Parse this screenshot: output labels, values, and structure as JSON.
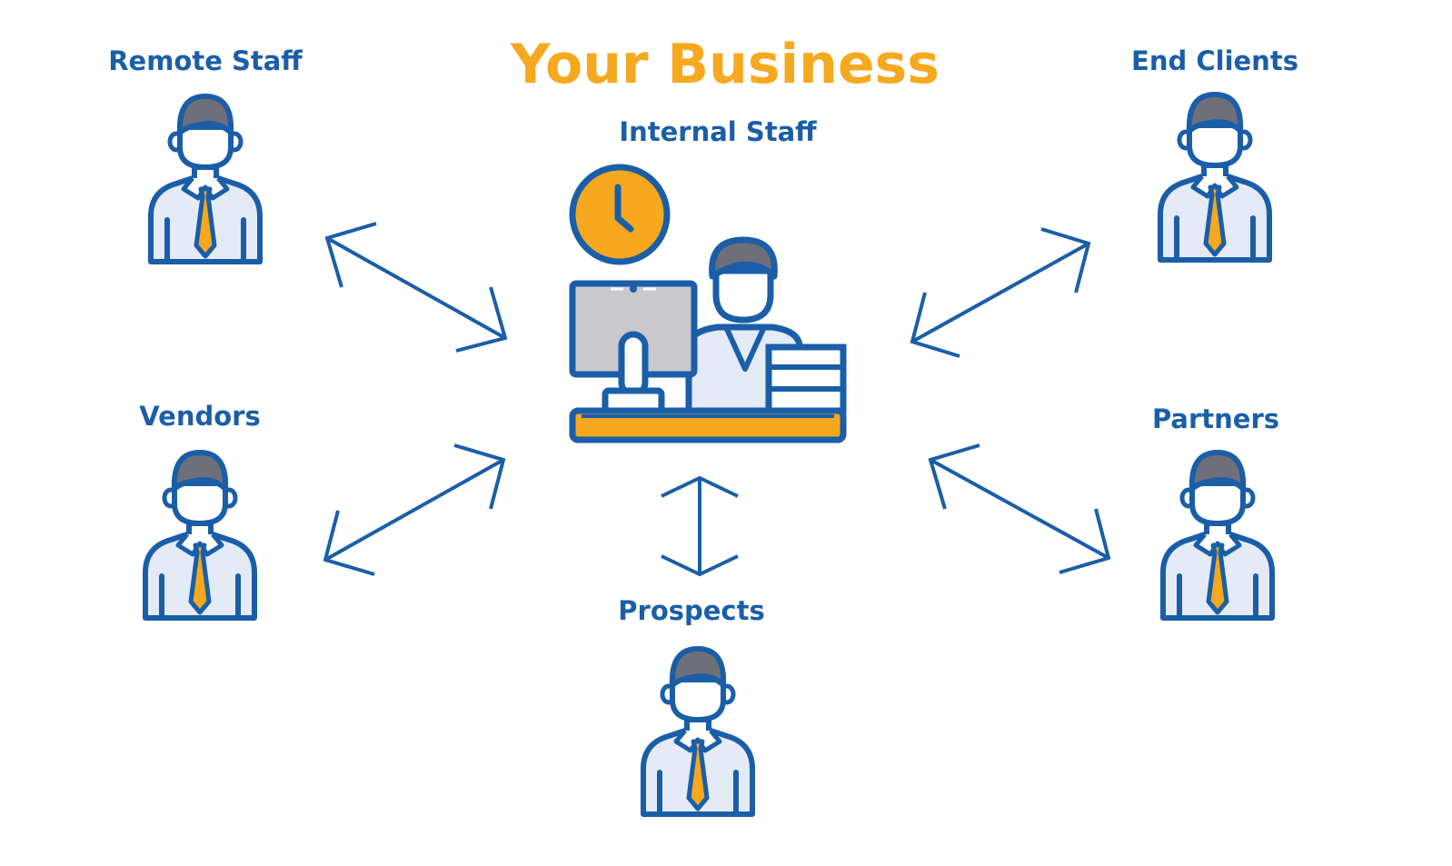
{
  "title": "Your Business",
  "nodes": {
    "remote_staff": "Remote Staff",
    "end_clients": "End Clients",
    "internal_staff": "Internal Staff",
    "vendors": "Vendors",
    "partners": "Partners",
    "prospects": "Prospects"
  },
  "colors": {
    "blue": "#1a5ea8",
    "orange": "#f6a81f",
    "gray_hair": "#6f6f7a",
    "shirt": "#e4ebf7",
    "monitor": "#c9c8cd"
  }
}
